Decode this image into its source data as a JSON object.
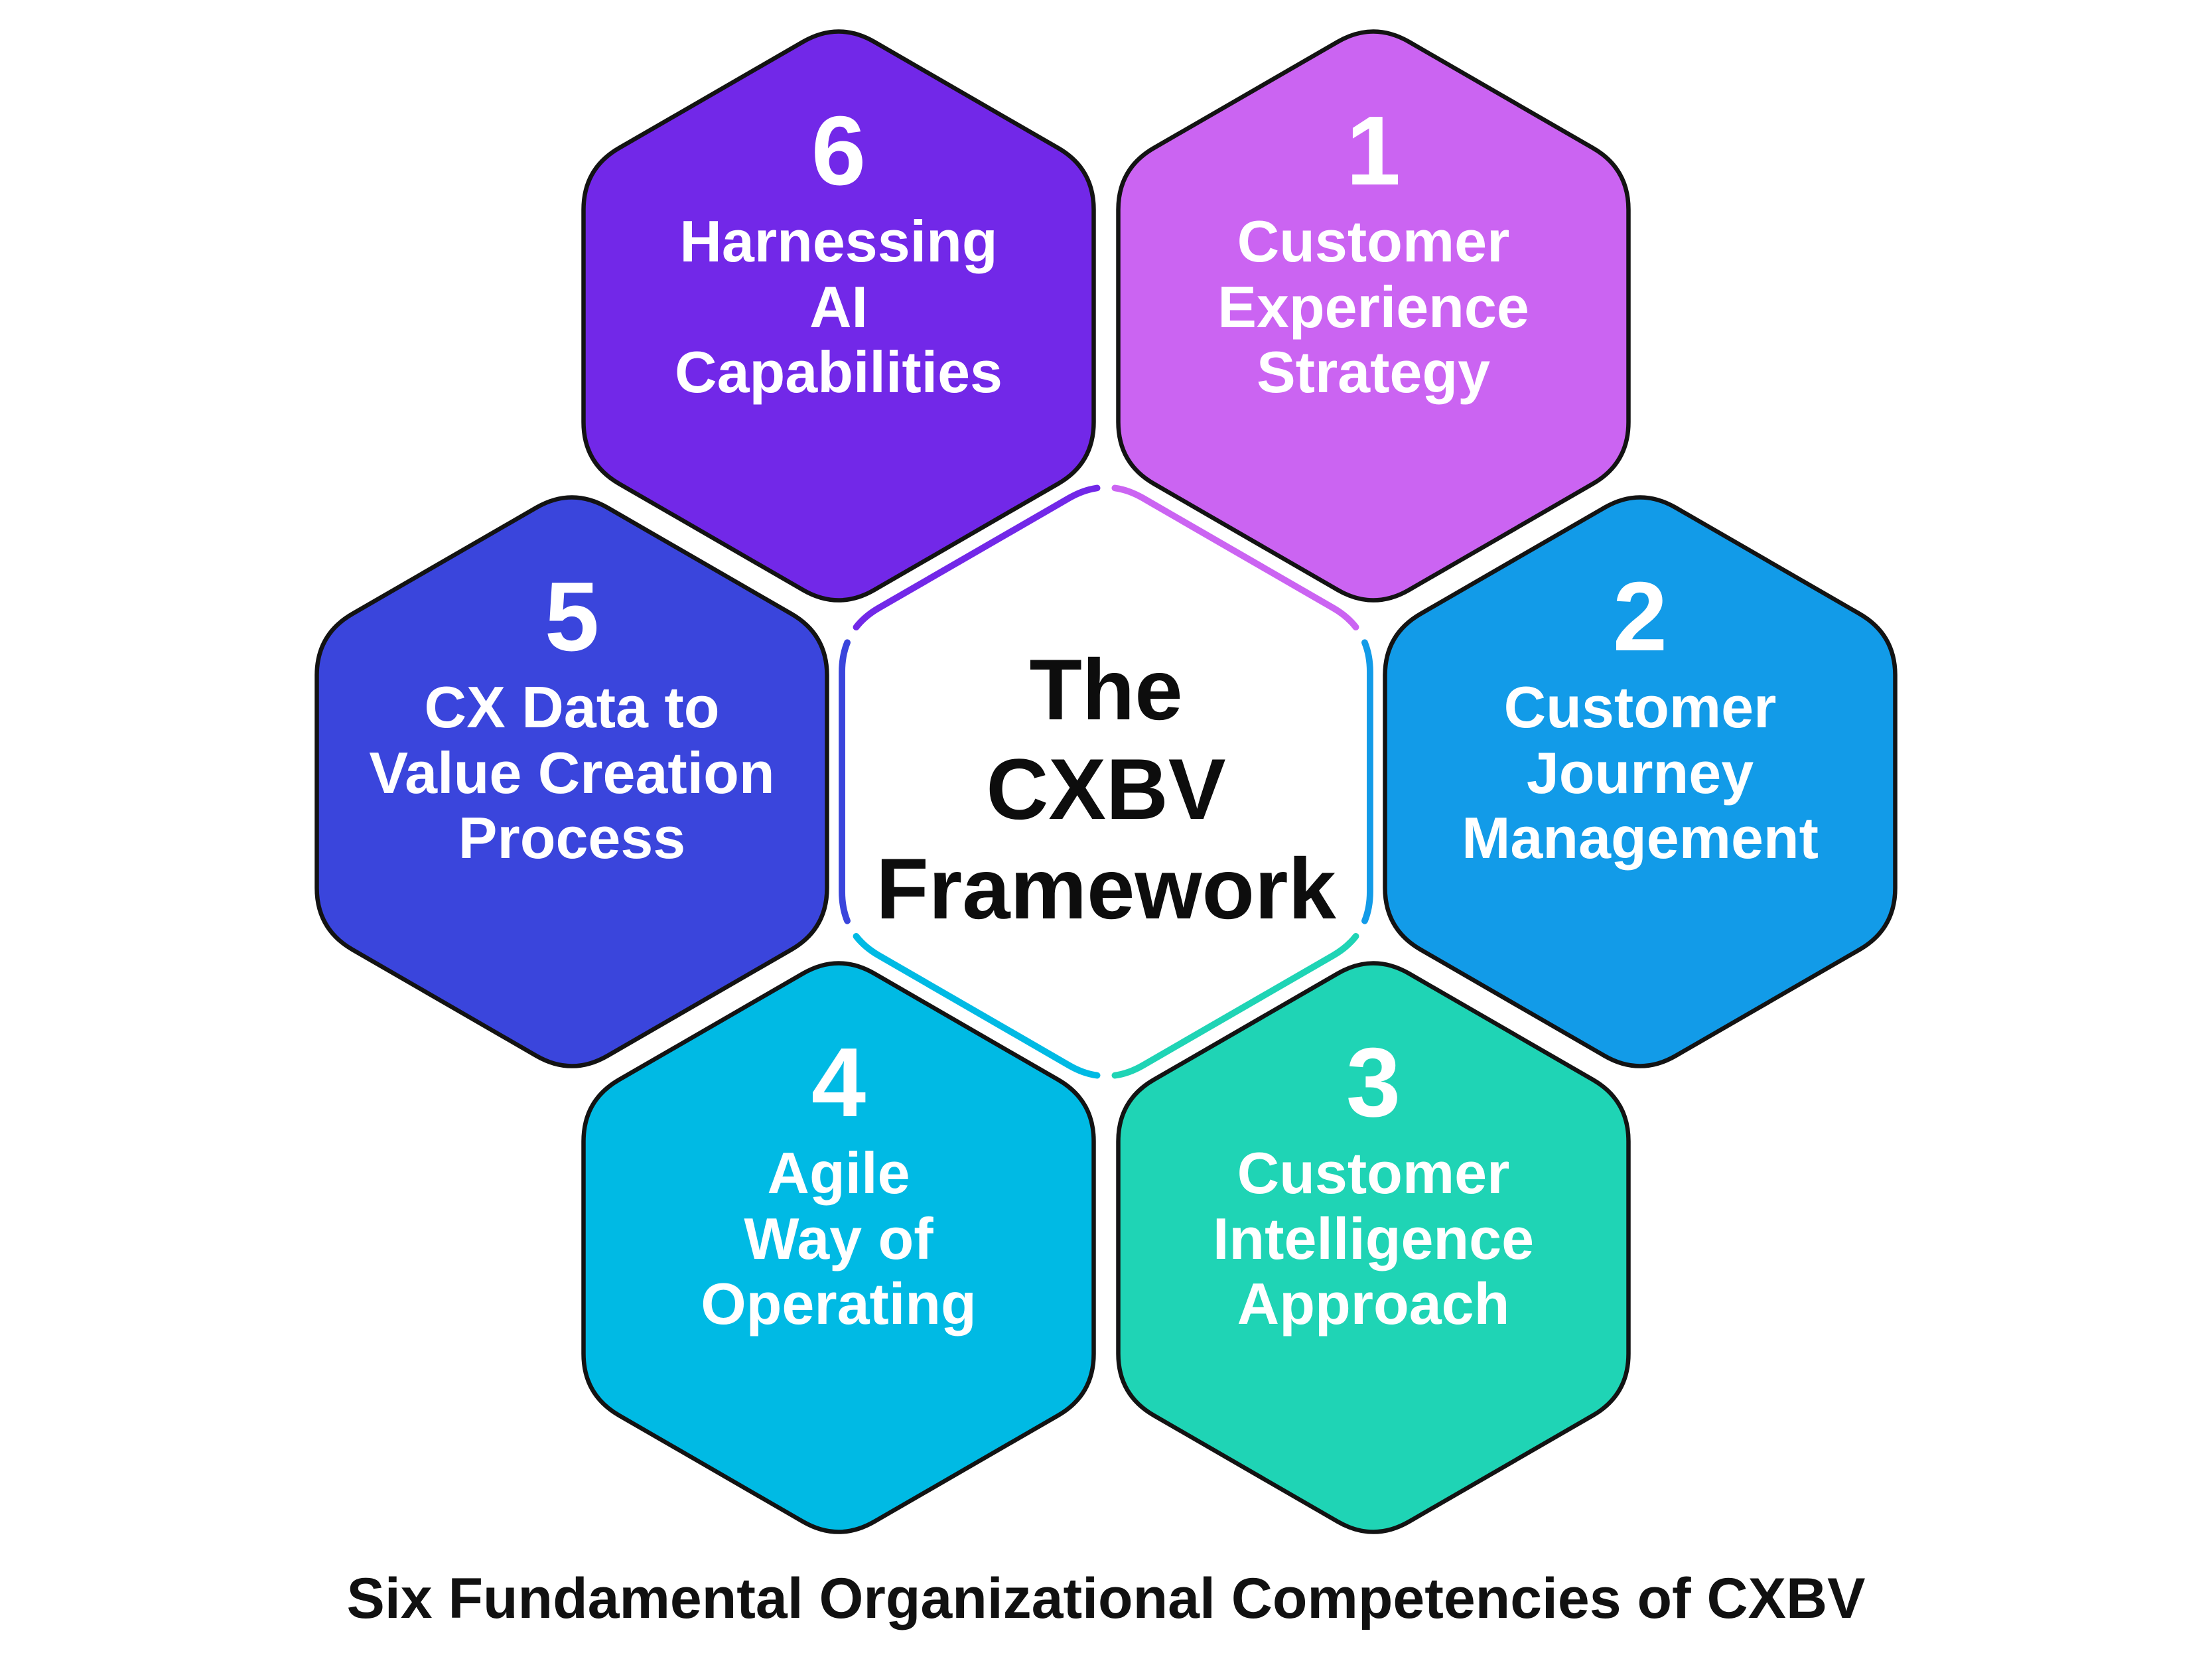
{
  "caption": "Six Fundamental Organizational Competencies of CXBV",
  "center": {
    "lines": [
      "The",
      "CXBV",
      "Framework"
    ],
    "text_color": "#0d0d0d",
    "segments": [
      {
        "name": "top-left-edge",
        "color": "#7228E8"
      },
      {
        "name": "top-right-edge",
        "color": "#CB64F2"
      },
      {
        "name": "right-edge",
        "color": "#129BE8"
      },
      {
        "name": "bottom-right-edge",
        "color": "#1FD4B5"
      },
      {
        "name": "bottom-left-edge",
        "color": "#00BAE4"
      },
      {
        "name": "left-edge",
        "color": "#3A45DC"
      }
    ]
  },
  "hexagons": [
    {
      "number": "1",
      "lines": [
        "Customer",
        "Experience",
        "Strategy"
      ],
      "color": "#CB64F2"
    },
    {
      "number": "2",
      "lines": [
        "Customer",
        "Journey",
        "Management"
      ],
      "color": "#129BE8"
    },
    {
      "number": "3",
      "lines": [
        "Customer",
        "Intelligence",
        "Approach"
      ],
      "color": "#1FD4B5"
    },
    {
      "number": "4",
      "lines": [
        "Agile",
        "Way of",
        "Operating"
      ],
      "color": "#00BAE4"
    },
    {
      "number": "5",
      "lines": [
        "CX Data to",
        "Value Creation",
        "Process"
      ],
      "color": "#3A45DC"
    },
    {
      "number": "6",
      "lines": [
        "Harnessing",
        "AI",
        "Capabilities"
      ],
      "color": "#7228E8"
    }
  ],
  "colors": {
    "background": "#ffffff",
    "outline": "#131313",
    "hex_text": "#ffffff",
    "caption_text": "#111111"
  }
}
